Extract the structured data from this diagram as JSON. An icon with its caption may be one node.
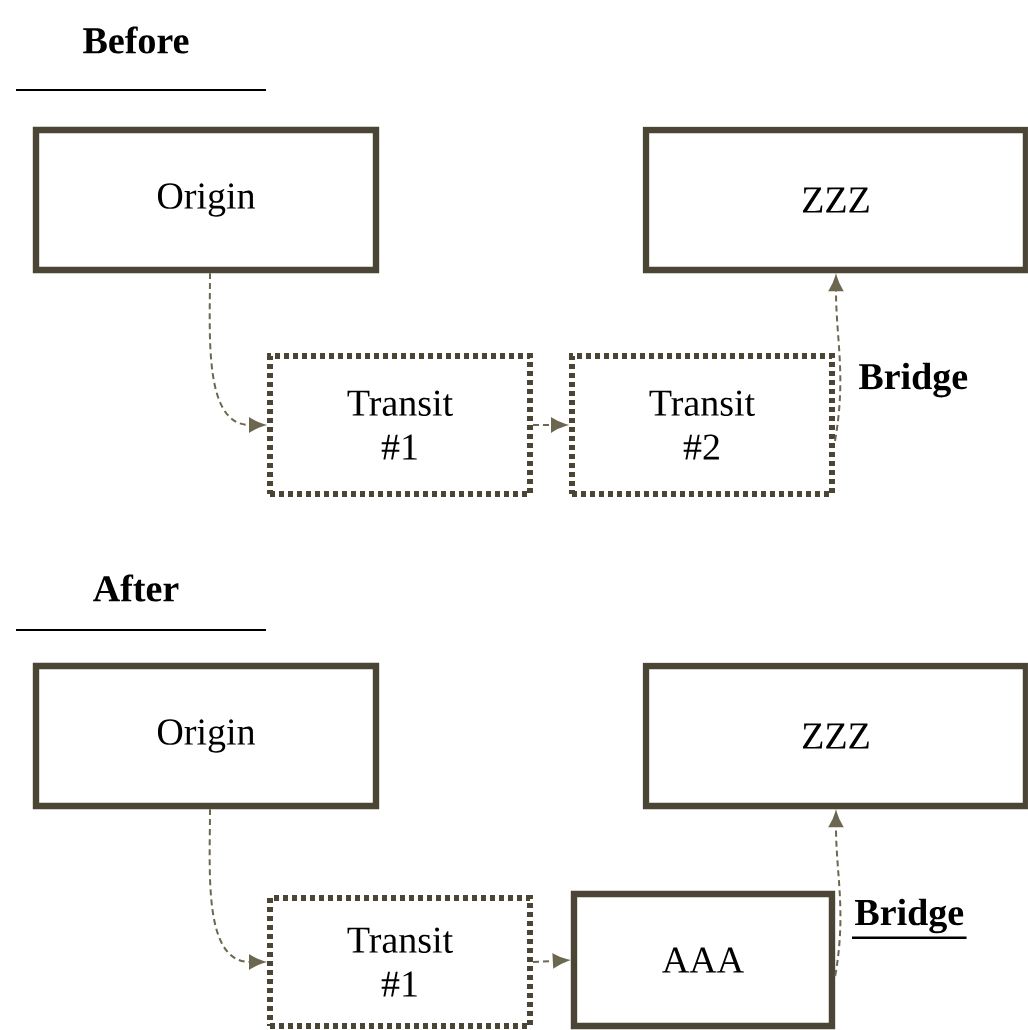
{
  "diagram": {
    "nodes": [
      {
        "text": [
          "Origin"
        ]
      },
      {
        "text": [
          "ZZZ"
        ]
      },
      {
        "text": [
          "Transit #1"
        ]
      },
      {
        "text": [
          "Transit #2"
        ]
      },
      {
        "text": [
          "Origin"
        ]
      },
      {
        "text": [
          "ZZZ"
        ]
      },
      {
        "text": [
          "Transit #1"
        ]
      },
      {
        "text": [
          "AAA"
        ]
      }
    ],
    "edges": [
      {
        "from": 0,
        "to": 2,
        "arrow": "to",
        "style": "dashed"
      },
      {
        "from": 2,
        "to": 3,
        "arrow": "to",
        "style": "dashed"
      },
      {
        "from": 3,
        "to": 1,
        "arrow": "to",
        "style": "dashed",
        "label": "Bridge"
      },
      {
        "from": 4,
        "to": 6,
        "arrow": "to",
        "style": "dashed"
      },
      {
        "from": 6,
        "to": 7,
        "arrow": "to",
        "style": "dashed"
      },
      {
        "from": 7,
        "to": 5,
        "arrow": "to",
        "style": "dashed",
        "label": "Bridge"
      }
    ],
    "labels": [
      "Before",
      "After"
    ]
  }
}
